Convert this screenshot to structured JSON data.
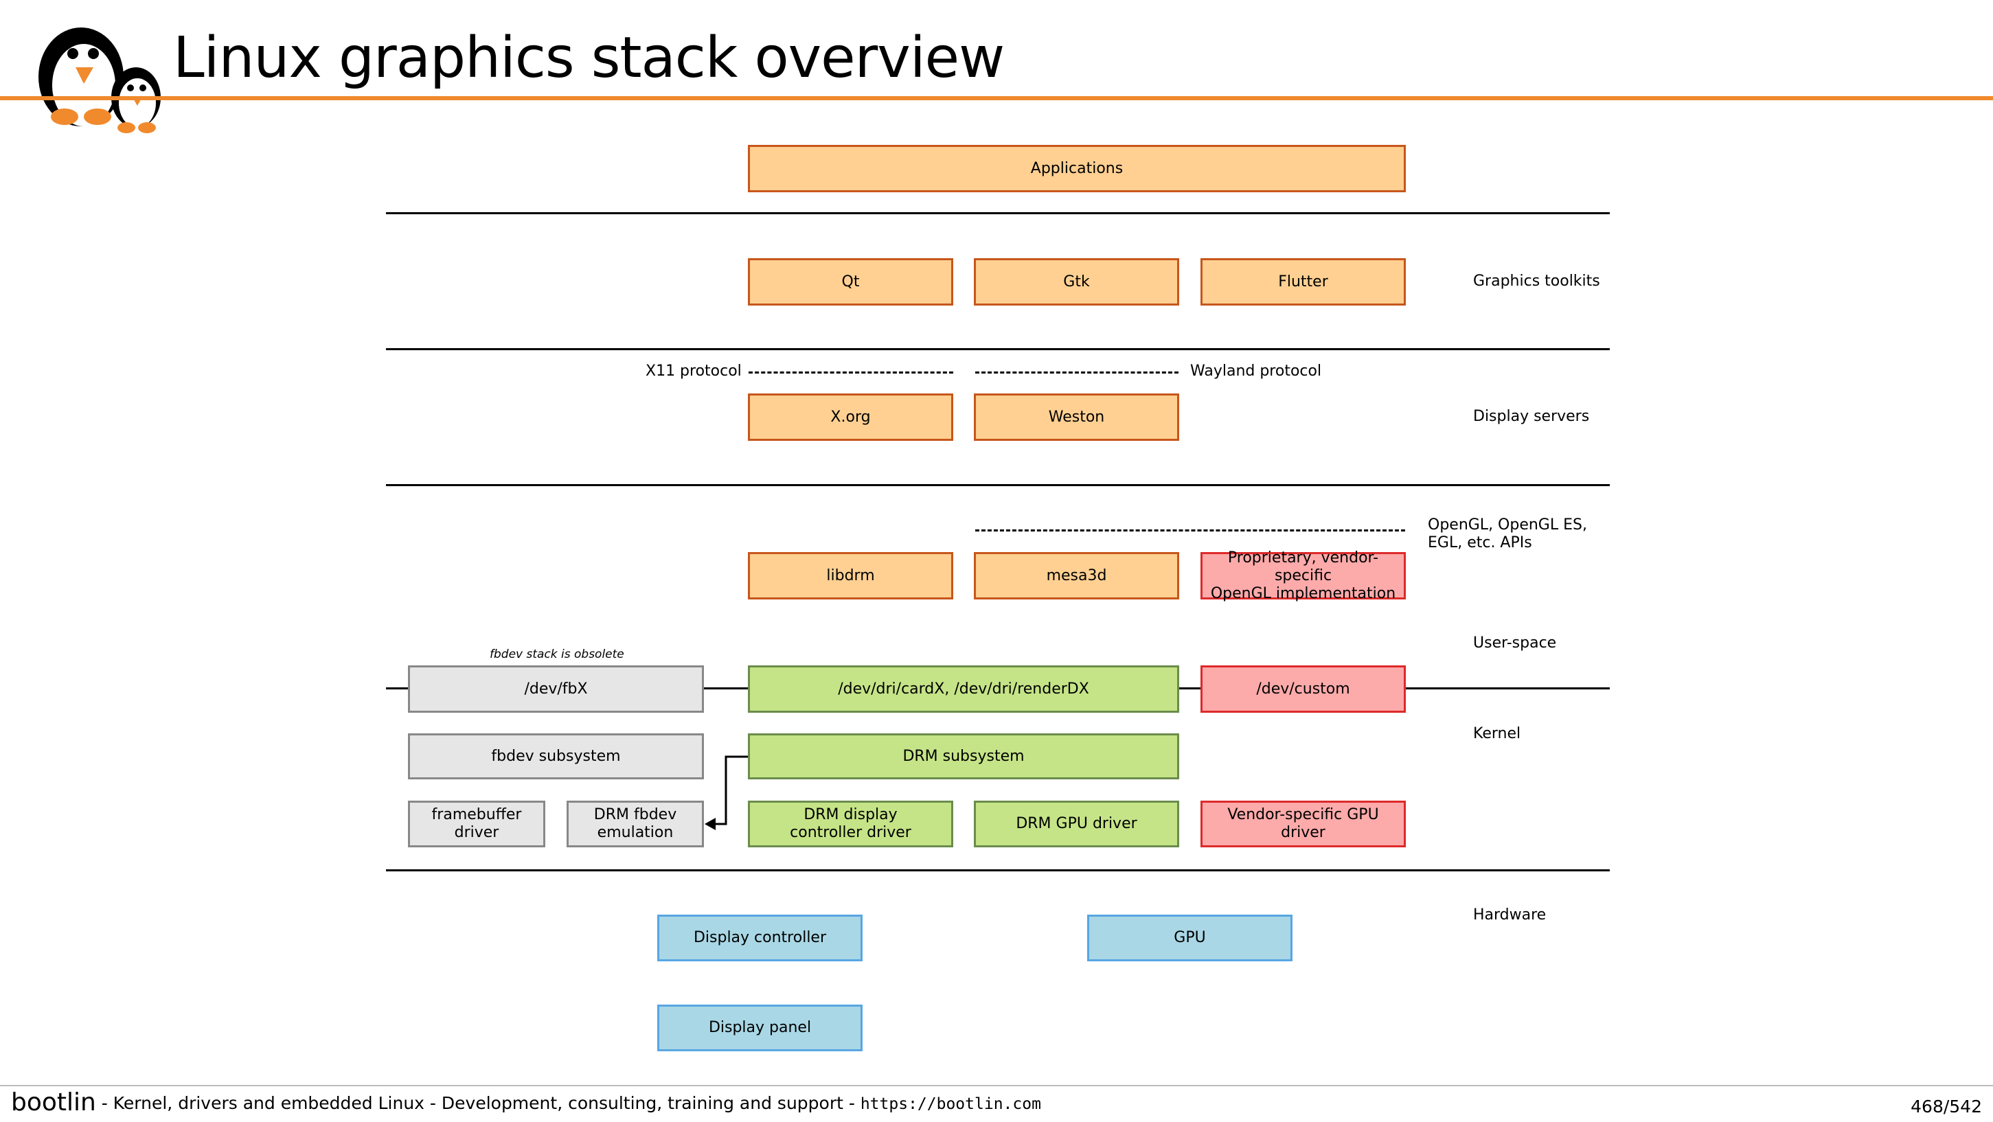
{
  "slide": {
    "title": "Linux graphics stack overview",
    "colors": {
      "accent": "#f08a2c",
      "userspace": "#ffd092",
      "kernel_drm": "#c5e487",
      "proprietary": "#fdaaaa",
      "obsolete": "#e6e6e6",
      "hardware": "#a9d7e5"
    }
  },
  "diagram": {
    "boxes": {
      "applications": "Applications",
      "qt": "Qt",
      "gtk": "Gtk",
      "flutter": "Flutter",
      "xorg": "X.org",
      "weston": "Weston",
      "libdrm": "libdrm",
      "mesa3d": "mesa3d",
      "proprietary_opengl_1": "Proprietary, vendor-specific",
      "proprietary_opengl_2": "OpenGL implementation",
      "dev_fbx": "/dev/fbX",
      "dev_dri": "/dev/dri/cardX, /dev/dri/renderDX",
      "dev_custom": "/dev/custom",
      "fbdev_subsystem": "fbdev subsystem",
      "drm_subsystem": "DRM subsystem",
      "framebuffer_driver_1": "framebuffer",
      "framebuffer_driver_2": "driver",
      "drm_fbdev_emulation_1": "DRM fbdev",
      "drm_fbdev_emulation_2": "emulation",
      "drm_display_controller_driver_1": "DRM display",
      "drm_display_controller_driver_2": "controller driver",
      "drm_gpu_driver": "DRM GPU driver",
      "vendor_gpu_driver_1": "Vendor-specific GPU",
      "vendor_gpu_driver_2": "driver",
      "display_controller": "Display controller",
      "gpu": "GPU",
      "display_panel": "Display panel"
    },
    "labels": {
      "x11_protocol": "X11 protocol",
      "wayland_protocol": "Wayland protocol",
      "opengl_apis_1": "OpenGL, OpenGL ES,",
      "opengl_apis_2": "EGL, etc. APIs",
      "fbdev_obsolete": "fbdev stack is obsolete"
    },
    "layers": {
      "graphics_toolkits": "Graphics toolkits",
      "display_servers": "Display servers",
      "user_space": "User-space",
      "kernel": "Kernel",
      "hardware": "Hardware"
    }
  },
  "footer": {
    "brand": "bootlin",
    "tagline": "- Kernel, drivers and embedded Linux - Development, consulting, training and support -",
    "url": "https://bootlin.com",
    "page": "468/542"
  }
}
